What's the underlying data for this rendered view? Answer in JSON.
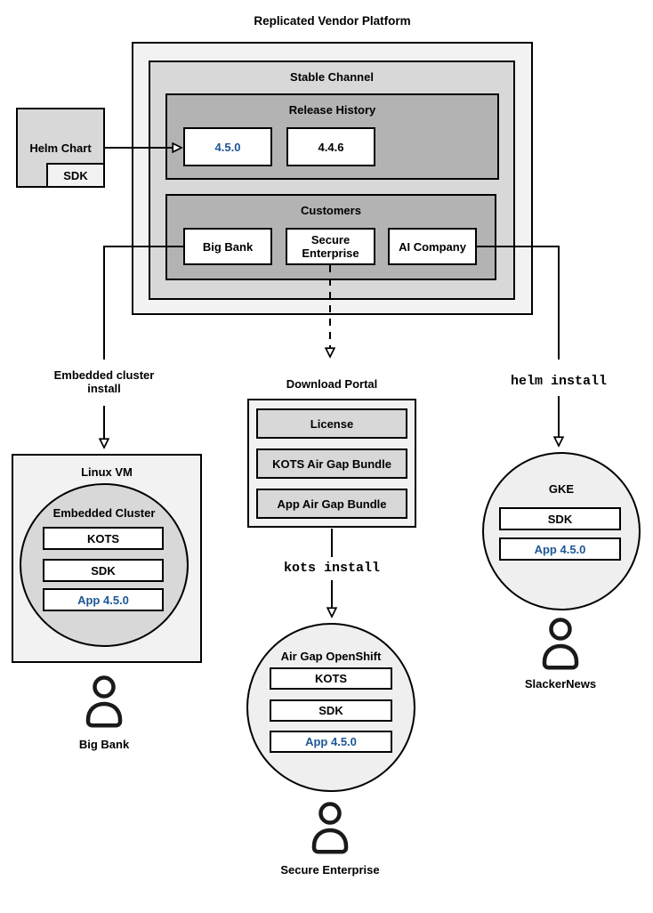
{
  "title": "Replicated Vendor Platform",
  "stable_channel": {
    "label": "Stable Channel",
    "release_history": {
      "label": "Release History",
      "current_release": "4.5.0",
      "previous_release": "4.4.6"
    },
    "customers": {
      "label": "Customers",
      "big_bank": "Big Bank",
      "secure_enterprise": "Secure Enterprise",
      "ai_company": "AI Company"
    }
  },
  "helm_chart": {
    "label": "Helm Chart",
    "sdk": "SDK"
  },
  "connectors": {
    "embedded_cluster_install": "Embedded cluster install",
    "kots_install": "kots install",
    "helm_install": "helm install"
  },
  "download_portal": {
    "label": "Download Portal",
    "license": "License",
    "kots_air_gap_bundle": "KOTS Air Gap Bundle",
    "app_air_gap_bundle": "App Air Gap Bundle"
  },
  "big_bank_deployment": {
    "vm_label": "Linux VM",
    "cluster_label": "Embedded Cluster",
    "kots": "KOTS",
    "sdk": "SDK",
    "app": "App 4.5.0",
    "user": "Big Bank"
  },
  "secure_enterprise_deployment": {
    "cluster_label": "Air Gap OpenShift",
    "kots": "KOTS",
    "sdk": "SDK",
    "app": "App 4.5.0",
    "user": "Secure Enterprise"
  },
  "slackernews_deployment": {
    "cluster_label": "GKE",
    "sdk": "SDK",
    "app": "App 4.5.0",
    "user": "SlackerNews"
  },
  "icons": {
    "user": "user-icon",
    "arrowhead": "open-triangle-arrowhead"
  },
  "colors": {
    "highlight_fill": "#9fc5e8",
    "highlight_border": "#2e75b5",
    "highlight_text": "#1d5796",
    "container_light": "#f2f2f2",
    "container_medium": "#d8d8d8",
    "container_dark": "#b3b3b3",
    "line": "#000000"
  }
}
